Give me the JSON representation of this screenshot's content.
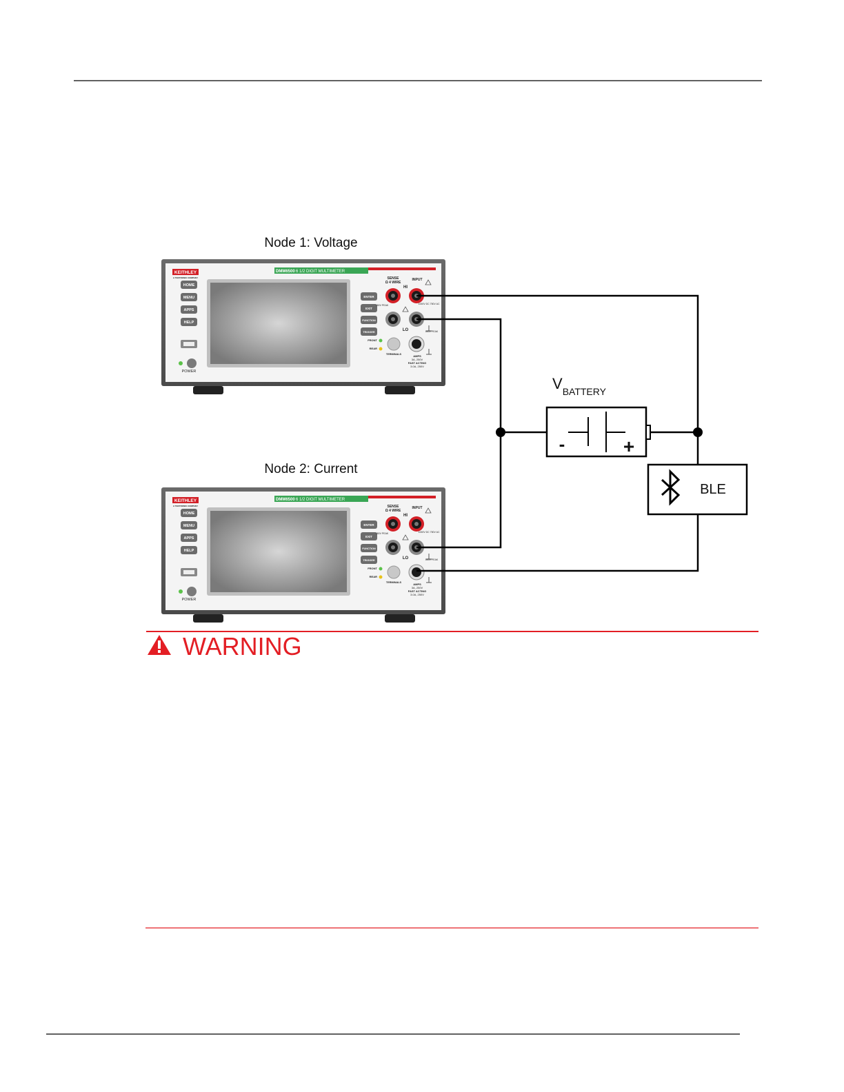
{
  "node1": {
    "title": "Node 1: Voltage",
    "brand": "KEITHLEY",
    "brand_sub": "A TEKTRONIX COMPANY",
    "model": "DMM6500",
    "model_desc": "6 1/2 DIGIT MULTIMETER",
    "buttons_left": [
      "HOME",
      "MENU",
      "APPS",
      "HELP"
    ],
    "buttons_right": [
      "ENTER",
      "EXIT",
      "FUNCTION",
      "TRIGGER"
    ],
    "power_label": "POWER",
    "sense_label": "SENSE",
    "sense_sub": "Ω 4 WIRE",
    "input_label": "INPUT",
    "hi_label": "HI",
    "lo_label": "LO",
    "front_label": "FRONT",
    "rear_label": "REAR",
    "terminals_label": "TERMINALS",
    "amps_label": "AMPS",
    "amps_rating": "3A, 250V",
    "fast_acting": "FAST ACTING",
    "fuse_rating": "3.0A, 250V",
    "peak_label": "350V PEAK",
    "peak_label_2": "500V PEAK",
    "max_label": "1000V DC 750V AC"
  },
  "node2": {
    "title": "Node 2: Current",
    "brand": "KEITHLEY",
    "brand_sub": "A TEKTRONIX COMPANY",
    "model": "DMM6500",
    "model_desc": "6 1/2 DIGIT MULTIMETER",
    "buttons_left": [
      "HOME",
      "MENU",
      "APPS",
      "HELP"
    ],
    "buttons_right": [
      "ENTER",
      "EXIT",
      "FUNCTION",
      "TRIGGER"
    ],
    "power_label": "POWER",
    "sense_label": "SENSE",
    "sense_sub": "Ω 4 WIRE",
    "input_label": "INPUT",
    "hi_label": "HI",
    "lo_label": "LO",
    "front_label": "FRONT",
    "rear_label": "REAR",
    "terminals_label": "TERMINALS",
    "amps_label": "AMPS",
    "amps_rating": "3A, 250V",
    "fast_acting": "FAST ACTING",
    "fuse_rating": "3.0A, 250V",
    "peak_label": "350V PEAK",
    "peak_label_2": "500V PEAK",
    "max_label": "1000V DC 750V AC"
  },
  "battery": {
    "label_main": "V",
    "label_sub": "BATTERY",
    "minus": "-",
    "plus": "+"
  },
  "ble": {
    "label": "BLE",
    "icon": "bluetooth-icon"
  },
  "warning": {
    "title": "WARNING",
    "icon": "warning-triangle-icon",
    "color": "#e31e24"
  }
}
